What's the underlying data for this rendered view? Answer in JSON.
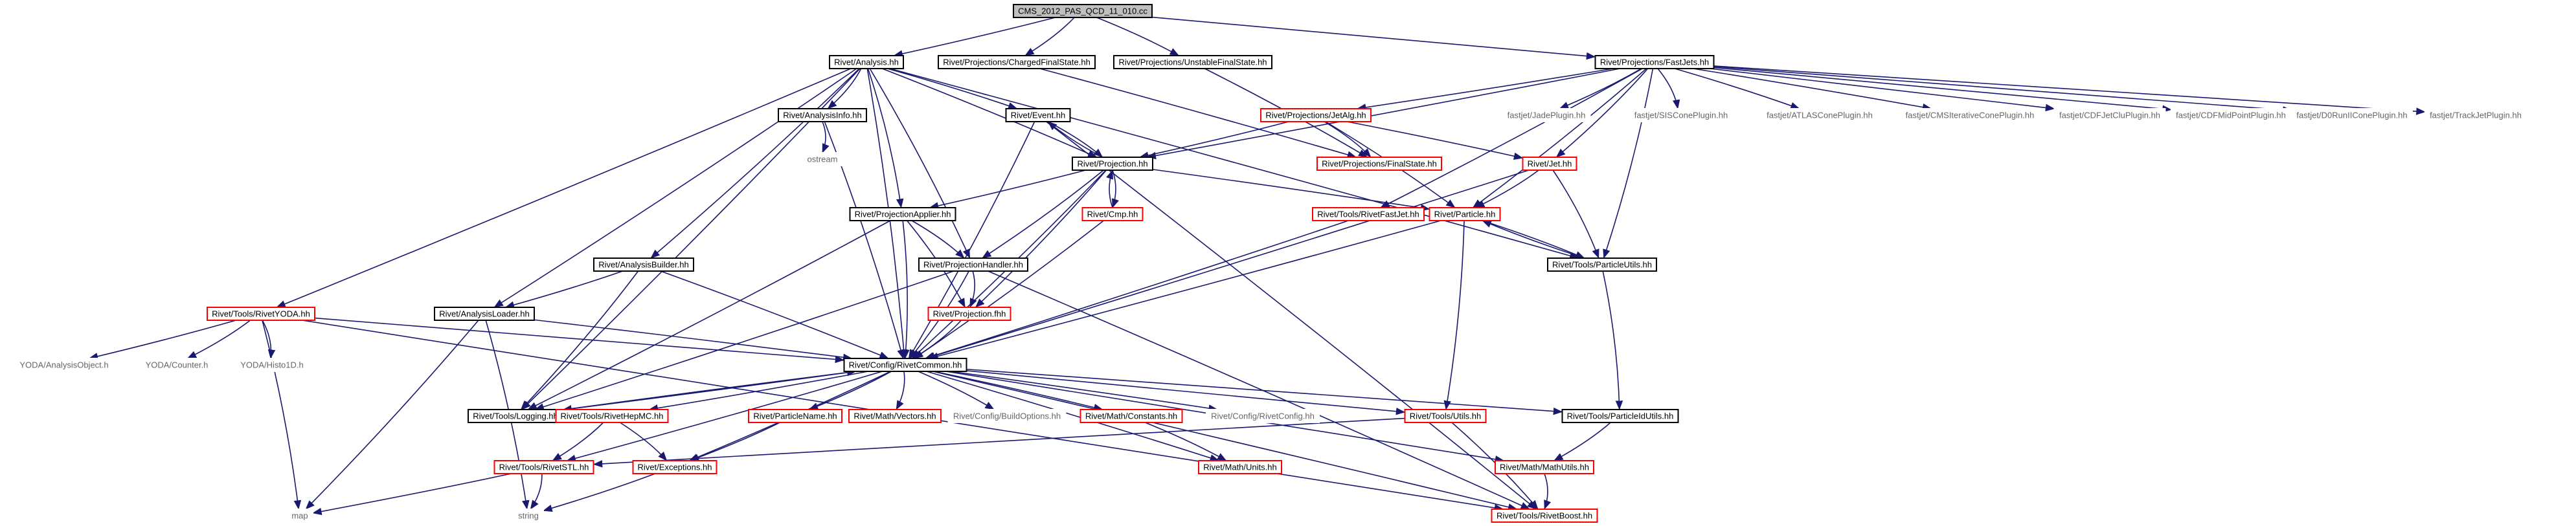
{
  "graph": {
    "root": "CMS_2012_PAS_QCD_11_010.cc",
    "nodes": [
      {
        "id": "root",
        "label": "CMS_2012_PAS_QCD_11_010.cc",
        "style": "root"
      },
      {
        "id": "analysis",
        "label": "Rivet/Analysis.hh",
        "style": "normal"
      },
      {
        "id": "chargedfs",
        "label": "Rivet/Projections/ChargedFinalState.hh",
        "style": "normal"
      },
      {
        "id": "unstablefs",
        "label": "Rivet/Projections/UnstableFinalState.hh",
        "style": "normal"
      },
      {
        "id": "fastjets",
        "label": "Rivet/Projections/FastJets.hh",
        "style": "normal"
      },
      {
        "id": "analysisinfo",
        "label": "Rivet/AnalysisInfo.hh",
        "style": "normal"
      },
      {
        "id": "event",
        "label": "Rivet/Event.hh",
        "style": "normal"
      },
      {
        "id": "ostream",
        "label": "ostream",
        "style": "external"
      },
      {
        "id": "projection",
        "label": "Rivet/Projection.hh",
        "style": "normal"
      },
      {
        "id": "jetalg",
        "label": "Rivet/Projections/JetAlg.hh",
        "style": "red"
      },
      {
        "id": "finalstate",
        "label": "Rivet/Projections/FinalState.hh",
        "style": "red"
      },
      {
        "id": "jadeplugin",
        "label": "fastjet/JadePlugin.hh",
        "style": "external"
      },
      {
        "id": "siscone",
        "label": "fastjet/SISConePlugin.hh",
        "style": "external"
      },
      {
        "id": "atlascone",
        "label": "fastjet/ATLASConePlugin.hh",
        "style": "external"
      },
      {
        "id": "cmsiterative",
        "label": "fastjet/CMSIterativeConePlugin.hh",
        "style": "external"
      },
      {
        "id": "cdfjetclu",
        "label": "fastjet/CDFJetCluPlugin.hh",
        "style": "external"
      },
      {
        "id": "cdfmidpoint",
        "label": "fastjet/CDFMidPointPlugin.hh",
        "style": "external"
      },
      {
        "id": "d0run",
        "label": "fastjet/D0RunIIConePlugin.hh",
        "style": "external"
      },
      {
        "id": "trackjet",
        "label": "fastjet/TrackJetPlugin.hh",
        "style": "external"
      },
      {
        "id": "jet",
        "label": "Rivet/Jet.hh",
        "style": "red"
      },
      {
        "id": "projapplier",
        "label": "Rivet/ProjectionApplier.hh",
        "style": "normal"
      },
      {
        "id": "cmp",
        "label": "Rivet/Cmp.hh",
        "style": "red"
      },
      {
        "id": "rivetfastjet",
        "label": "Rivet/Tools/RivetFastJet.hh",
        "style": "red"
      },
      {
        "id": "particle",
        "label": "Rivet/Particle.hh",
        "style": "red"
      },
      {
        "id": "analysisbuilder",
        "label": "Rivet/AnalysisBuilder.hh",
        "style": "normal"
      },
      {
        "id": "projhandler",
        "label": "Rivet/ProjectionHandler.hh",
        "style": "normal"
      },
      {
        "id": "particleutils",
        "label": "Rivet/Tools/ParticleUtils.hh",
        "style": "normal"
      },
      {
        "id": "rivetyoda",
        "label": "Rivet/Tools/RivetYODA.hh",
        "style": "red"
      },
      {
        "id": "analysisloader",
        "label": "Rivet/AnalysisLoader.hh",
        "style": "normal"
      },
      {
        "id": "projfhh",
        "label": "Rivet/Projection.fhh",
        "style": "red"
      },
      {
        "id": "yodaao",
        "label": "YODA/AnalysisObject.h",
        "style": "external"
      },
      {
        "id": "yodacounter",
        "label": "YODA/Counter.h",
        "style": "external"
      },
      {
        "id": "yodahisto",
        "label": "YODA/Histo1D.h",
        "style": "external"
      },
      {
        "id": "rivetcommon",
        "label": "Rivet/Config/RivetCommon.hh",
        "style": "normal"
      },
      {
        "id": "logging",
        "label": "Rivet/Tools/Logging.hh",
        "style": "normal"
      },
      {
        "id": "rivethepmc",
        "label": "Rivet/Tools/RivetHepMC.hh",
        "style": "red"
      },
      {
        "id": "particlename",
        "label": "Rivet/ParticleName.hh",
        "style": "red"
      },
      {
        "id": "vectors",
        "label": "Rivet/Math/Vectors.hh",
        "style": "red"
      },
      {
        "id": "buildoptions",
        "label": "Rivet/Config/BuildOptions.hh",
        "style": "external"
      },
      {
        "id": "constants",
        "label": "Rivet/Math/Constants.hh",
        "style": "red"
      },
      {
        "id": "rivetconfig",
        "label": "Rivet/Config/RivetConfig.hh",
        "style": "external"
      },
      {
        "id": "utils",
        "label": "Rivet/Tools/Utils.hh",
        "style": "red"
      },
      {
        "id": "particleidutils",
        "label": "Rivet/Tools/ParticleIdUtils.hh",
        "style": "normal"
      },
      {
        "id": "rivetstl",
        "label": "Rivet/Tools/RivetSTL.hh",
        "style": "red"
      },
      {
        "id": "exceptions",
        "label": "Rivet/Exceptions.hh",
        "style": "red"
      },
      {
        "id": "units",
        "label": "Rivet/Math/Units.hh",
        "style": "red"
      },
      {
        "id": "mathutils",
        "label": "Rivet/Math/MathUtils.hh",
        "style": "red"
      },
      {
        "id": "map",
        "label": "map",
        "style": "external"
      },
      {
        "id": "string",
        "label": "string",
        "style": "external"
      },
      {
        "id": "rivetboost",
        "label": "Rivet/Tools/RivetBoost.hh",
        "style": "red"
      }
    ],
    "edges": [
      [
        "root",
        "analysis"
      ],
      [
        "root",
        "chargedfs"
      ],
      [
        "root",
        "unstablefs"
      ],
      [
        "root",
        "fastjets"
      ],
      [
        "analysis",
        "analysisinfo"
      ],
      [
        "analysis",
        "event"
      ],
      [
        "analysis",
        "projection"
      ],
      [
        "analysis",
        "projapplier"
      ],
      [
        "analysis",
        "projhandler"
      ],
      [
        "analysis",
        "analysisbuilder"
      ],
      [
        "analysis",
        "analysisloader"
      ],
      [
        "analysis",
        "rivetyoda"
      ],
      [
        "analysis",
        "rivetcommon"
      ],
      [
        "analysis",
        "logging"
      ],
      [
        "analysis",
        "particleutils"
      ],
      [
        "chargedfs",
        "finalstate"
      ],
      [
        "unstablefs",
        "finalstate"
      ],
      [
        "fastjets",
        "jetalg"
      ],
      [
        "fastjets",
        "projection"
      ],
      [
        "fastjets",
        "jadeplugin"
      ],
      [
        "fastjets",
        "siscone"
      ],
      [
        "fastjets",
        "atlascone"
      ],
      [
        "fastjets",
        "cmsiterative"
      ],
      [
        "fastjets",
        "cdfjetclu"
      ],
      [
        "fastjets",
        "cdfmidpoint"
      ],
      [
        "fastjets",
        "d0run"
      ],
      [
        "fastjets",
        "trackjet"
      ],
      [
        "fastjets",
        "jet"
      ],
      [
        "fastjets",
        "particle"
      ],
      [
        "fastjets",
        "rivetfastjet"
      ],
      [
        "fastjets",
        "particleutils"
      ],
      [
        "analysisinfo",
        "ostream"
      ],
      [
        "analysisinfo",
        "rivetcommon"
      ],
      [
        "event",
        "projection"
      ],
      [
        "event",
        "rivetcommon"
      ],
      [
        "event",
        "rivetboost"
      ],
      [
        "projection",
        "event"
      ],
      [
        "projection",
        "projapplier"
      ],
      [
        "projection",
        "cmp"
      ],
      [
        "projection",
        "projhandler"
      ],
      [
        "projection",
        "projfhh"
      ],
      [
        "projection",
        "particle"
      ],
      [
        "projection",
        "rivetcommon"
      ],
      [
        "jetalg",
        "finalstate"
      ],
      [
        "jetalg",
        "projection"
      ],
      [
        "jetalg",
        "jet"
      ],
      [
        "jetalg",
        "particle"
      ],
      [
        "jet",
        "particle"
      ],
      [
        "jet",
        "particleutils"
      ],
      [
        "jet",
        "rivetcommon"
      ],
      [
        "projapplier",
        "projhandler"
      ],
      [
        "projapplier",
        "projfhh"
      ],
      [
        "projapplier",
        "rivetcommon"
      ],
      [
        "projapplier",
        "logging"
      ],
      [
        "cmp",
        "projection"
      ],
      [
        "cmp",
        "rivetcommon"
      ],
      [
        "rivetfastjet",
        "rivetcommon"
      ],
      [
        "particle",
        "particleutils"
      ],
      [
        "particle",
        "rivetcommon"
      ],
      [
        "particle",
        "utils"
      ],
      [
        "particleutils",
        "particle"
      ],
      [
        "particleutils",
        "particleidutils"
      ],
      [
        "analysisbuilder",
        "analysisloader"
      ],
      [
        "analysisbuilder",
        "rivetcommon"
      ],
      [
        "analysisbuilder",
        "logging"
      ],
      [
        "projhandler",
        "projfhh"
      ],
      [
        "projhandler",
        "rivetcommon"
      ],
      [
        "projhandler",
        "logging"
      ],
      [
        "projhandler",
        "rivetboost"
      ],
      [
        "rivetyoda",
        "yodaao"
      ],
      [
        "rivetyoda",
        "yodacounter"
      ],
      [
        "rivetyoda",
        "yodahisto"
      ],
      [
        "rivetyoda",
        "rivetcommon"
      ],
      [
        "rivetyoda",
        "map"
      ],
      [
        "rivetyoda",
        "rivetboost"
      ],
      [
        "analysisloader",
        "rivetcommon"
      ],
      [
        "analysisloader",
        "map"
      ],
      [
        "analysisloader",
        "string"
      ],
      [
        "projfhh",
        "rivetcommon"
      ],
      [
        "rivetcommon",
        "logging"
      ],
      [
        "rivetcommon",
        "rivethepmc"
      ],
      [
        "rivetcommon",
        "particlename"
      ],
      [
        "rivetcommon",
        "vectors"
      ],
      [
        "rivetcommon",
        "buildoptions"
      ],
      [
        "rivetcommon",
        "constants"
      ],
      [
        "rivetcommon",
        "rivetconfig"
      ],
      [
        "rivetcommon",
        "utils"
      ],
      [
        "rivetcommon",
        "particleidutils"
      ],
      [
        "rivetcommon",
        "rivetstl"
      ],
      [
        "rivetcommon",
        "exceptions"
      ],
      [
        "rivetcommon",
        "units"
      ],
      [
        "rivetcommon",
        "mathutils"
      ],
      [
        "rivetcommon",
        "rivetboost"
      ],
      [
        "logging",
        "rivetcommon"
      ],
      [
        "rivethepmc",
        "rivetstl"
      ],
      [
        "rivethepmc",
        "exceptions"
      ],
      [
        "particlename",
        "exceptions"
      ],
      [
        "constants",
        "units"
      ],
      [
        "utils",
        "rivetstl"
      ],
      [
        "utils",
        "rivetboost"
      ],
      [
        "particleidutils",
        "mathutils"
      ],
      [
        "rivetstl",
        "map"
      ],
      [
        "rivetstl",
        "string"
      ],
      [
        "exceptions",
        "string"
      ],
      [
        "mathutils",
        "rivetboost"
      ]
    ]
  }
}
